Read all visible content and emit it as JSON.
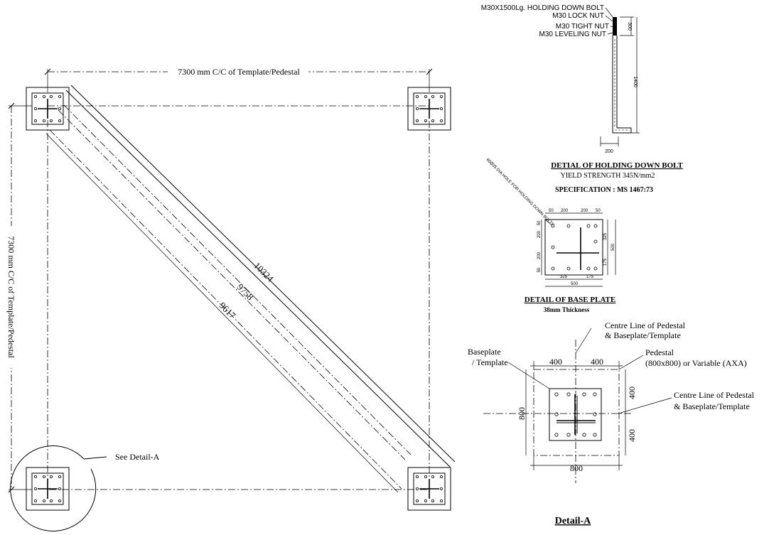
{
  "plan": {
    "top_dimension": "7300 mm C/C of Template/Pedestal",
    "left_dimension": "7300 mm C/C of Template/Pedestal",
    "diagonal_1": "10324",
    "diagonal_2": "9758",
    "diagonal_3": "9617",
    "see_detail": "See Detail-A"
  },
  "bolt_detail": {
    "label_bolt": "M30X1500Lg. HOLDING DOWN BOLT",
    "label_lock_nut": "M30 LOCK NUT",
    "label_tight_nut": "M30 TIGHT NUT",
    "label_leveling_nut": "M30 LEVELING NUT",
    "dim_top": "300",
    "dim_length": "1400",
    "dim_bottom": "200",
    "title": "DETIAL OF HOLDING DOWN BOLT",
    "yield": "YIELD STRENGTH 345N/mm2",
    "spec": "SPECIFICATION : MS 1467:73"
  },
  "base_plate": {
    "hole_note": "60Ø35 DIA HOLE FOR HOLDING DOWN BOLTS",
    "dims_top": [
      "50",
      "200",
      "200",
      "50"
    ],
    "dims_left": [
      "50",
      "200",
      "200",
      "50"
    ],
    "dim_r1": "325",
    "dim_r2": "500",
    "dim_r3": "175",
    "dim_b1": "325",
    "dim_b2": "175",
    "dim_b3": "500",
    "title": "DETAIL OF BASE PLATE",
    "thickness": "38mm Thickness"
  },
  "detail_a": {
    "centre_line_top": [
      "Centre Line of Pedestal",
      "& Baseplate/Template"
    ],
    "baseplate_label": [
      "Baseplate",
      "/ Template"
    ],
    "pedestal_label": [
      "Pedestal",
      "(800x800) or Variable (AXA)"
    ],
    "centre_line_right": [
      "Centre Line of Pedestal",
      "& Baseplate/Template"
    ],
    "dim_top_left": "400",
    "dim_top_right": "400",
    "dim_right_top": "400",
    "dim_right_bottom": "400",
    "dim_left": "800",
    "dim_bottom": "800",
    "title": "Detail-A"
  }
}
